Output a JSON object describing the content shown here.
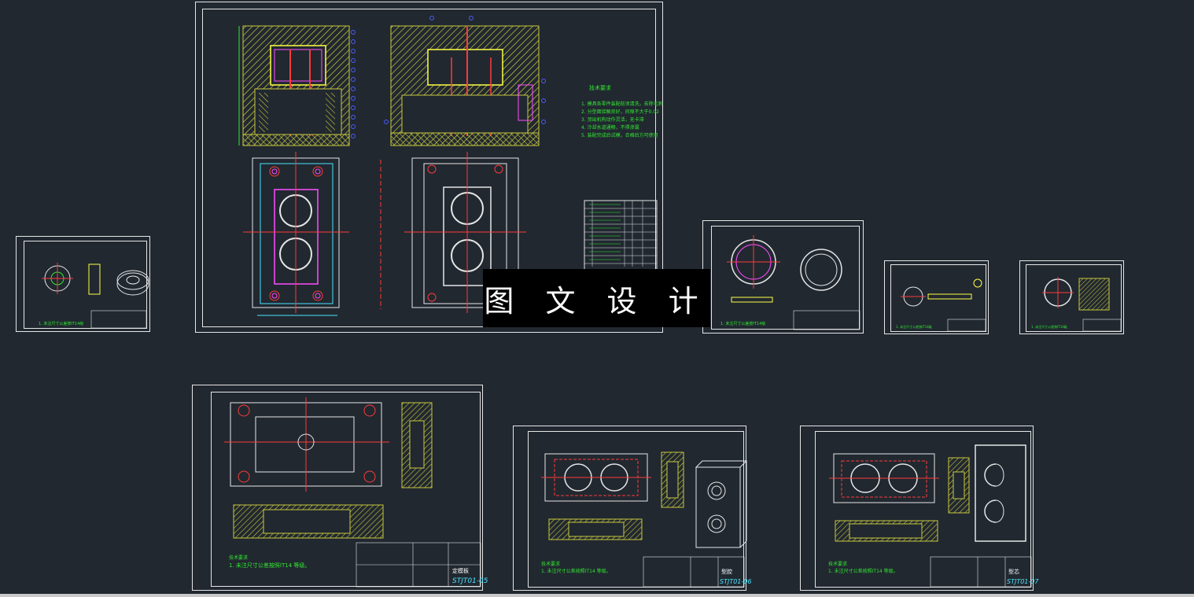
{
  "watermark": {
    "text": "图 文 设 计"
  },
  "colors": {
    "background": "#212830",
    "frame": "#e6e6e6",
    "hatch": "#c9c93c",
    "cyan": "#4be5ff",
    "red": "#ff3a3a",
    "green": "#32e832",
    "blue": "#4c5cff",
    "magenta": "#ff4cff"
  },
  "main_sheet": {
    "notes_title": "技术要求",
    "notes": [
      "1. 模具各零件装配前须清洗，去除毛刺",
      "2. 分型面接触良好，间隙不大于0.02",
      "3. 顶出机构动作灵活，无卡滞",
      "4. 冷却水道通畅，不得渗漏",
      "5. 装配完成后试模，合格后方可使用"
    ]
  },
  "sheets": {
    "part_small_left": {
      "note": "1. 未注尺寸公差按IT14级"
    },
    "mid_right_1": {
      "note": "1. 未注尺寸公差按IT14级"
    },
    "mid_right_2": {
      "note": "1. 未注尺寸公差按IT14级"
    },
    "mid_right_3": {
      "note": "1. 未注尺寸公差按IT14级"
    },
    "bottom_left": {
      "note_title": "技术要求",
      "note": "1. 未注尺寸公差按照IT14 等级。",
      "title_block_label": "定模板",
      "drawing_no": "STJT01-05"
    },
    "bottom_mid": {
      "note_title": "技术要求",
      "note": "1. 未注尺寸公差按照IT14 等级。",
      "title_block_label": "型腔",
      "drawing_no": "STJT01-06"
    },
    "bottom_right": {
      "note_title": "技术要求",
      "note": "1. 未注尺寸公差按照IT14 等级。",
      "title_block_label": "型芯",
      "drawing_no": "STJT01-07"
    }
  }
}
